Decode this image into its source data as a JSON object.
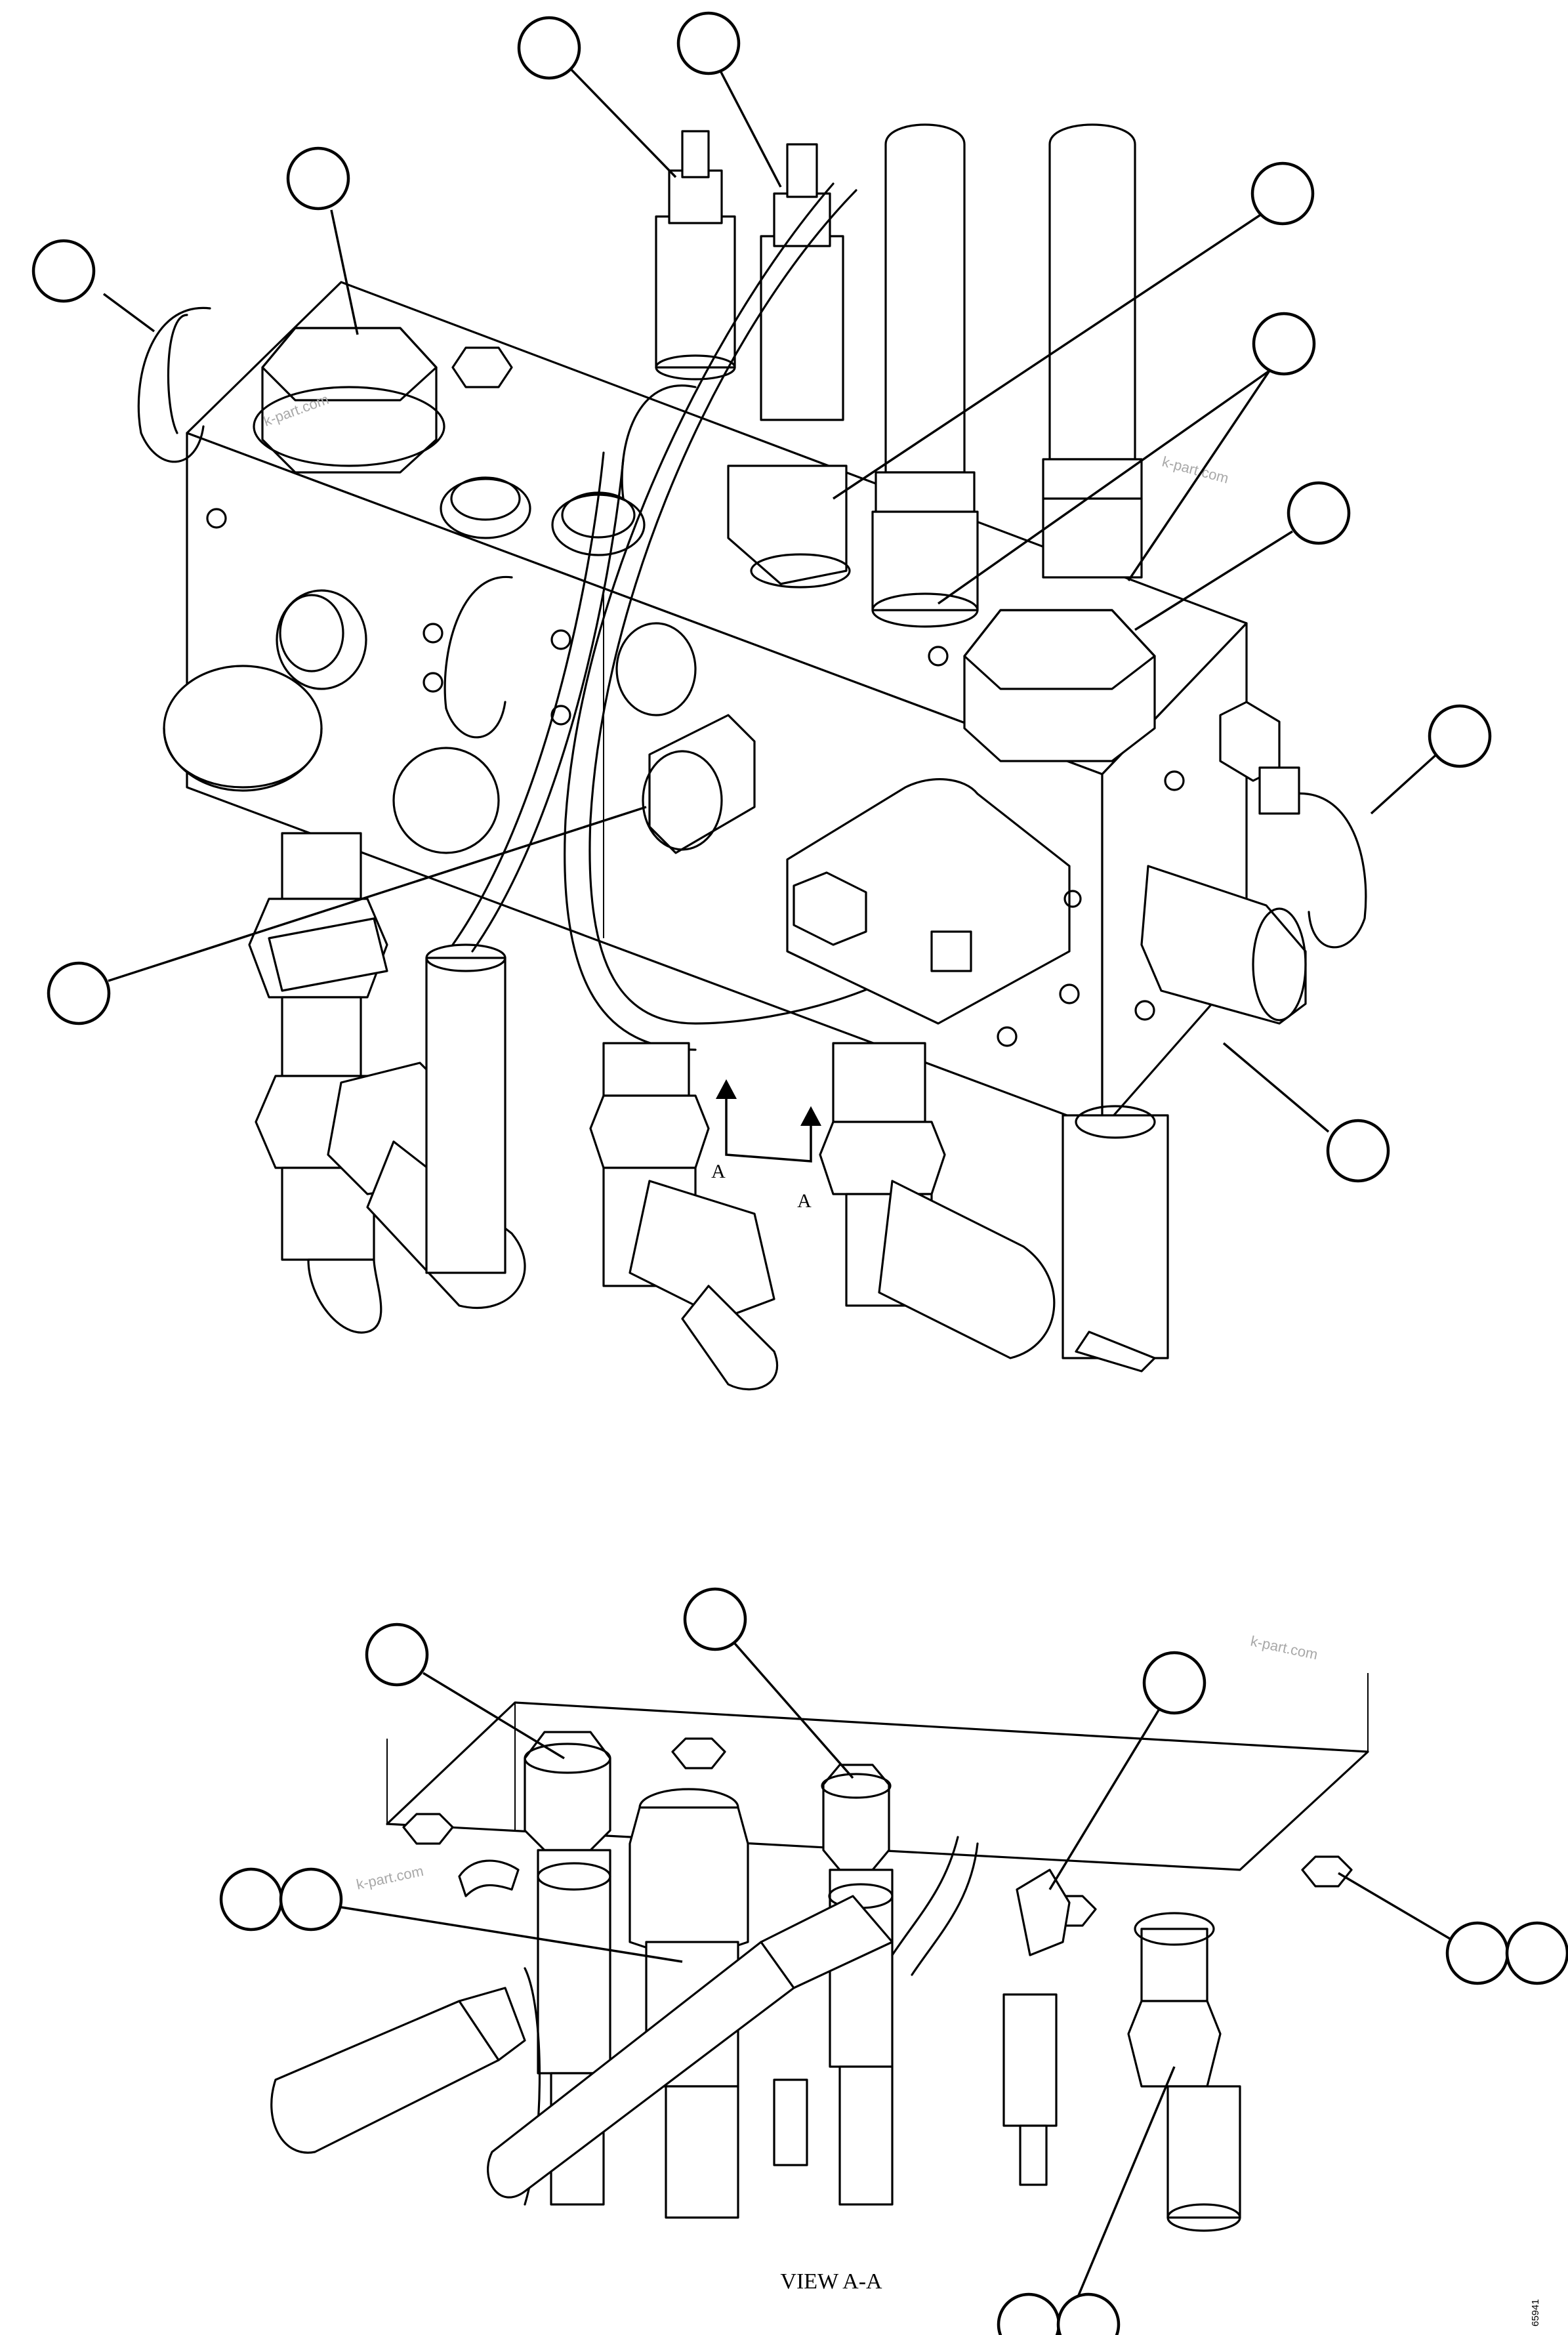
{
  "section_labels": {
    "left": "A",
    "right": "A"
  },
  "view_caption": "VIEW A-A",
  "watermark": "k-part.com",
  "document_number": "65941"
}
